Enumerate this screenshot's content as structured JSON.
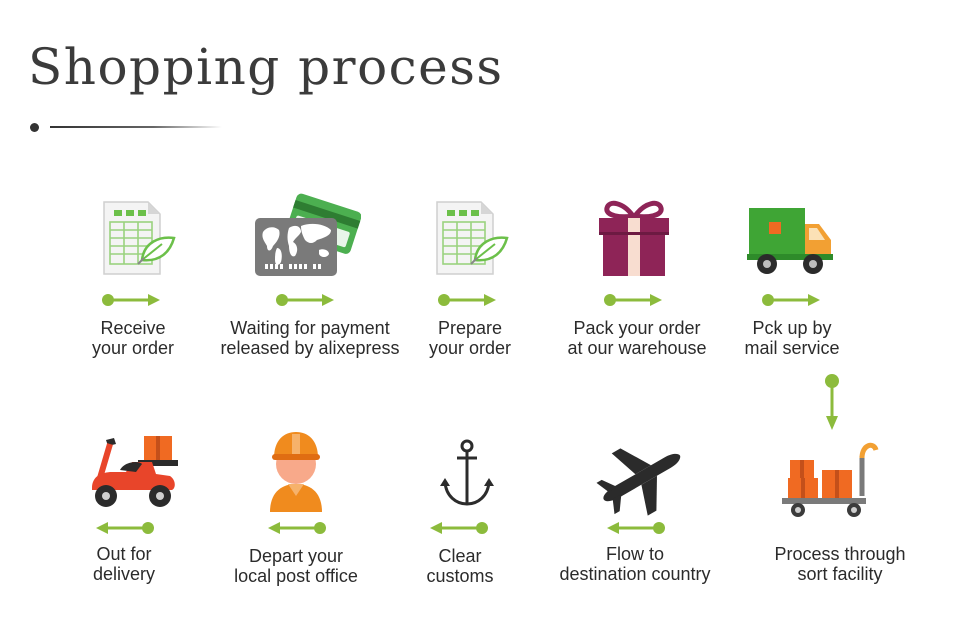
{
  "title": "Shopping process",
  "colors": {
    "arrow_green": "#8cbb3c",
    "sheet_green": "#6cc04a",
    "card_green": "#4caf50",
    "map_gray": "#7a7a7a",
    "gift_purple": "#8e2457",
    "truck_green": "#3fa535",
    "truck_orange": "#f2a033",
    "box_orange": "#f06a22",
    "scooter_red": "#e8452a",
    "helmet_orange": "#f08b1e",
    "anchor_dark": "#2c2c2c",
    "plane_dark": "#2b2b2b"
  },
  "steps": [
    {
      "icon": "spreadsheet-icon",
      "line1": "Receive",
      "line2": "your order"
    },
    {
      "icon": "credit-card-world-map-icon",
      "line1": "Waiting for payment",
      "line2": "released by alixepress"
    },
    {
      "icon": "spreadsheet-icon",
      "line1": "Prepare",
      "line2": "your order"
    },
    {
      "icon": "gift-box-icon",
      "line1": "Pack your order",
      "line2": "at our warehouse"
    },
    {
      "icon": "delivery-truck-icon",
      "line1": "Pck up by",
      "line2": "mail service"
    },
    {
      "icon": "scooter-icon",
      "line1": "Out for",
      "line2": "delivery"
    },
    {
      "icon": "postman-icon",
      "line1": "Depart your",
      "line2": "local post office"
    },
    {
      "icon": "anchor-icon",
      "line1": "Clear",
      "line2": "customs"
    },
    {
      "icon": "airplane-icon",
      "line1": "Flow to",
      "line2": "destination country"
    },
    {
      "icon": "hand-cart-icon",
      "line1": "Process through",
      "line2": "sort facility"
    }
  ]
}
